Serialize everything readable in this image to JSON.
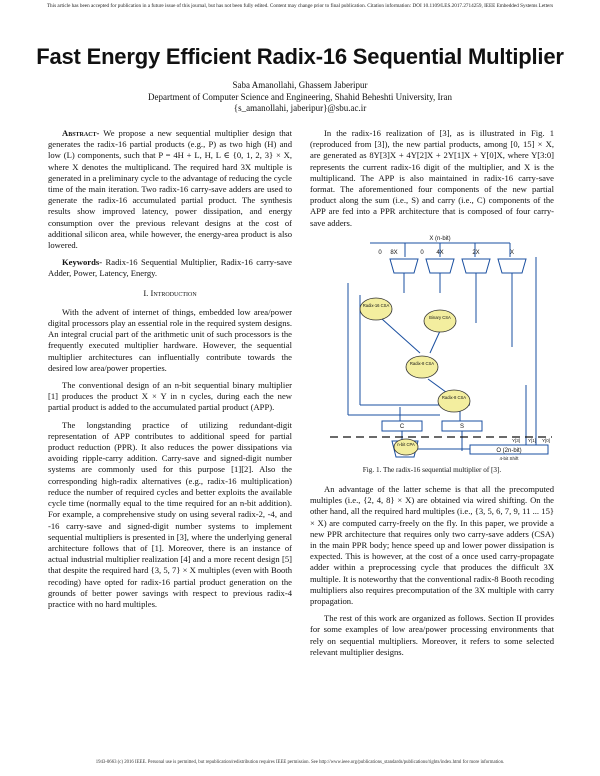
{
  "header_note": "This article has been accepted for publication in a future issue of this journal, but has not been fully edited. Content may change prior to final publication. Citation information: DOI 10.1109/LES.2017.2714259, IEEE Embedded Systems Letters",
  "title": "Fast Energy Efficient Radix-16 Sequential Multiplier",
  "authors": "Saba Amanollahi, Ghassem Jaberipur",
  "affiliation": "Department of Computer Science and Engineering, Shahid Beheshti University, Iran",
  "emails": "{s_amanollahi, jaberipur}@sbu.ac.ir",
  "abstract_lead": "Abstract-",
  "abstract_text": " We propose a new sequential multiplier design that generates the radix-16 partial products (e.g., P) as two high (H) and low (L) components, such that P = 4H + L, H, L ∈ {0, 1, 2, 3} × X, where X denotes the multiplicand. The required hard 3X multiple is generated in a preliminary cycle to the advantage of reducing the cycle time of the main iteration. Two radix-16 carry-save adders are used to generate the radix-16 accumulated partial product. The synthesis results show improved latency, power dissipation, and energy consumption over the previous relevant designs at the cost of additional silicon area, while however, the energy-area product is also lowered.",
  "keywords_lead": "Keywords-",
  "keywords_text": " Radix-16 Sequential Multiplier, Radix-16 carry-save Adder, Power, Latency, Energy.",
  "section_title": "I.   Introduction",
  "intro_p1": "With the advent of internet of things, embedded low area/power digital processors play an essential role in the required system designs. An integral crucial part of the arithmetic unit of such processors is the frequently executed multiplier hardware. However, the sequential multiplier architectures can influentially contribute towards the desired low area/power properties.",
  "intro_p2": "The conventional design of an n-bit sequential binary multiplier [1] produces the product X × Y in n cycles, during each the new partial product is added to the accumulated partial product (APP).",
  "intro_p3": "The longstanding practice of utilizing redundant-digit representation of APP contributes to additional speed for partial product reduction (PPR). It also reduces the power dissipations via avoiding ripple-carry addition. Carry-save and signed-digit number systems are commonly used for this purpose [1][2]. Also the corresponding high-radix alternatives (e.g., radix-16 multiplication) reduce the number of required cycles and better exploits the available cycle time (normally equal to the time required for an n-bit addition). For example, a comprehensive study on using several radix-2, -4, and -16 carry-save and signed-digit number systems to implement sequential multipliers is presented in [3], where the underlying general architecture follows that of [1]. Moreover, there is an instance of actual industrial multiplier realization [4] and a more recent design [5] that despite the required hard {3, 5, 7} × X multiples (even with Booth recoding) have opted for radix-16 partial product generation on the grounds of better power savings with respect to previous radix-4 practice with no hard multiples.",
  "right_p1": "In the radix-16 realization of [3], as is illustrated in Fig. 1 (reproduced from [3]), the new partial products, among [0, 15] × X, are generated as 8Y[3]X + 4Y[2]X + 2Y[1]X + Y[0]X, where Y[3:0] represents the current radix-16 digit of the multiplier, and X is the multiplicand. The APP is also maintained in radix-16 carry-save format. The aforementioned four components of the new partial product along the sum (i.e., S) and carry (i.e., C) components of the APP are fed into a PPR architecture that is composed of four carry-save adders.",
  "figure": {
    "x_nbit": "X (n-bit)",
    "mult_labels": [
      "8X",
      "0",
      "4X",
      "2X",
      "X"
    ],
    "zero_label": "0",
    "csa_radix16": "Radix-16 CSA",
    "csa_binary": "Binary CSA",
    "csa_radix8_a": "Radix-8 CSA",
    "csa_radix8_b": "Radix-8 CSA",
    "reg_c": "C",
    "reg_s": "S",
    "cpa": "n-bit CPA",
    "out_reg": "O (2n-bit)",
    "y_bits": [
      "Y[3]",
      "Y[1]",
      "Y[0]"
    ],
    "shift_label": "4-bit Shift"
  },
  "caption": "Fig. 1.  The radix-16 sequential multiplier of [3].",
  "right_p2": "An advantage of the latter scheme is that all the precomputed multiples (i.e., {2, 4, 8} × X) are obtained via wired shifting. On the other hand, all the required hard multiples (i.e., {3, 5, 6, 7, 9, 11 ... 15} × X) are computed carry-freely on the fly. In this paper, we provide a new PPR architecture that requires only two carry-save adders (CSA) in the main PPR body; hence speed up and lower power dissipation is expected. This is however, at the cost of a once used carry-propagate adder within a preprocessing cycle that produces the difficult 3X multiple. It is noteworthy that the conventional radix-8 Booth recoding multipliers also requires precomputation of the 3X multiple with carry propagation.",
  "right_p3": "The rest of this work are organized as follows. Section II provides for some examples of low area/power processing environments that rely on sequential multipliers. Moreover, it refers to some selected relevant multiplier designs.",
  "footer": "1943-0663 (c) 2016 IEEE. Personal use is permitted, but republication/redistribution requires IEEE permission. See http://www.ieee.org/publications_standards/publications/rights/index.html for more information."
}
